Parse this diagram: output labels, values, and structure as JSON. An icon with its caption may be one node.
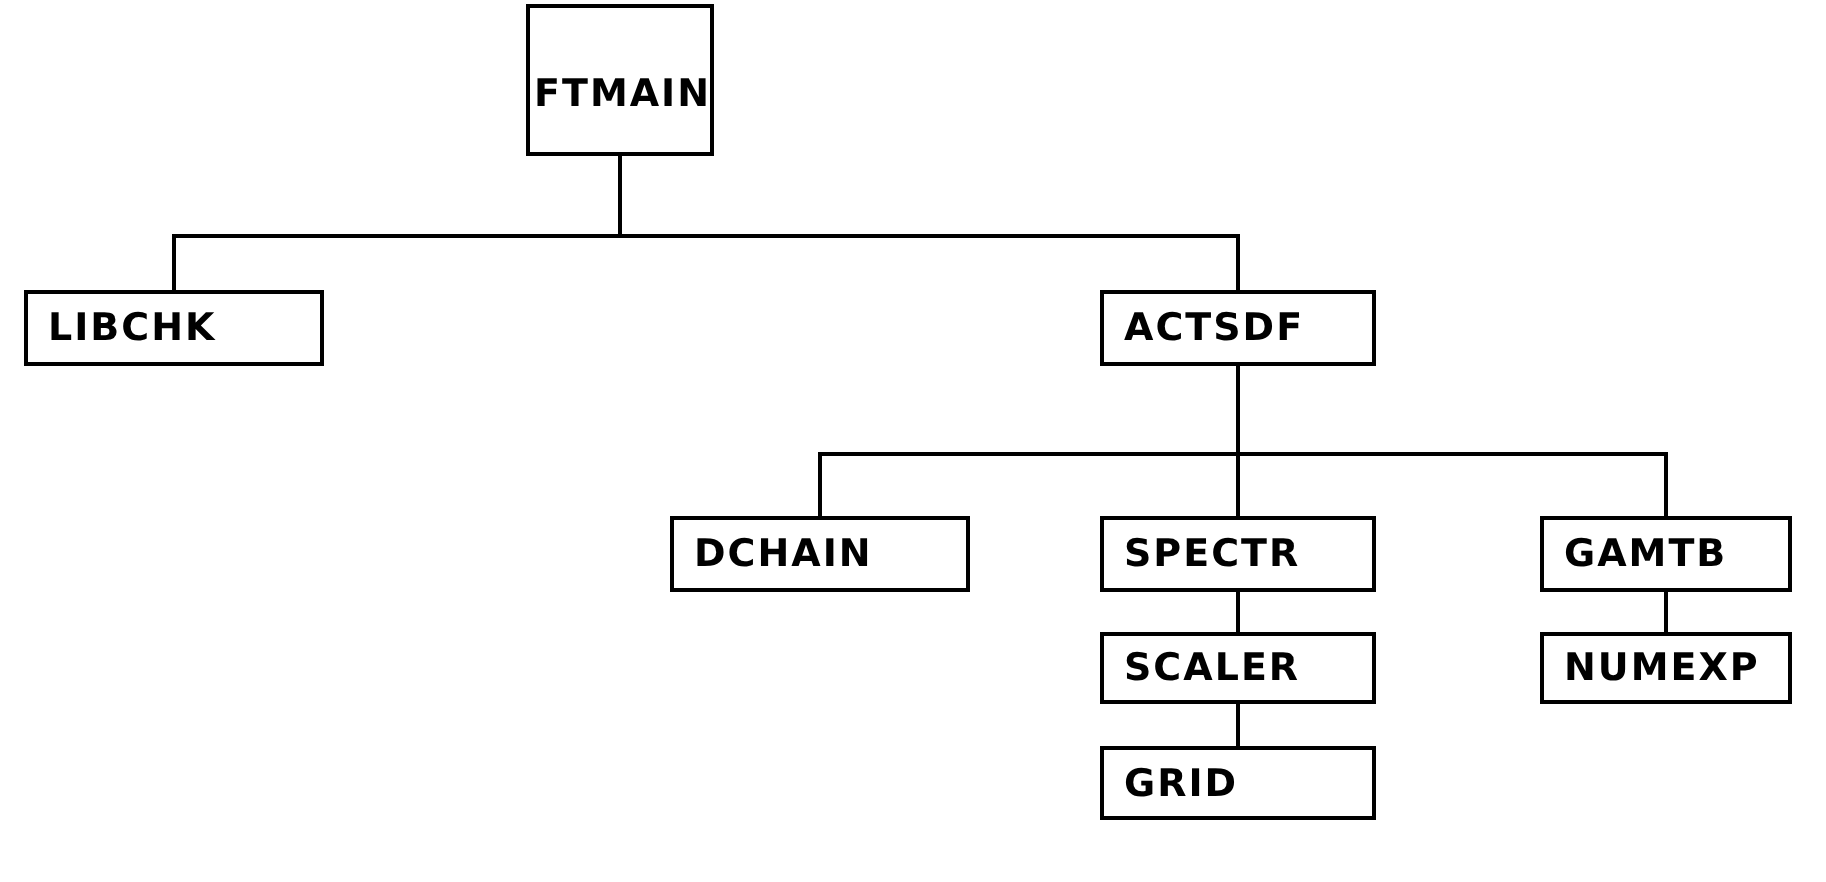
{
  "diagram": {
    "nodes": [
      {
        "text": [
          "FTMAIN"
        ]
      },
      {
        "text": [
          "LIBCHK"
        ]
      },
      {
        "text": [
          "ACTSDF"
        ]
      },
      {
        "text": [
          "DCHAIN"
        ]
      },
      {
        "text": [
          "SPECTR"
        ]
      },
      {
        "text": [
          "GAMTB"
        ]
      },
      {
        "text": [
          "SCALER"
        ]
      },
      {
        "text": [
          "NUMEXP"
        ]
      },
      {
        "text": [
          "GRID"
        ]
      }
    ],
    "edges": [
      {
        "from": 0,
        "to": 1,
        "arrow": "none"
      },
      {
        "from": 0,
        "to": 2,
        "arrow": "none"
      },
      {
        "from": 2,
        "to": 3,
        "arrow": "none"
      },
      {
        "from": 2,
        "to": 4,
        "arrow": "none"
      },
      {
        "from": 2,
        "to": 5,
        "arrow": "none"
      },
      {
        "from": 4,
        "to": 6,
        "arrow": "none"
      },
      {
        "from": 5,
        "to": 7,
        "arrow": "none"
      },
      {
        "from": 6,
        "to": 8,
        "arrow": "none"
      }
    ]
  }
}
